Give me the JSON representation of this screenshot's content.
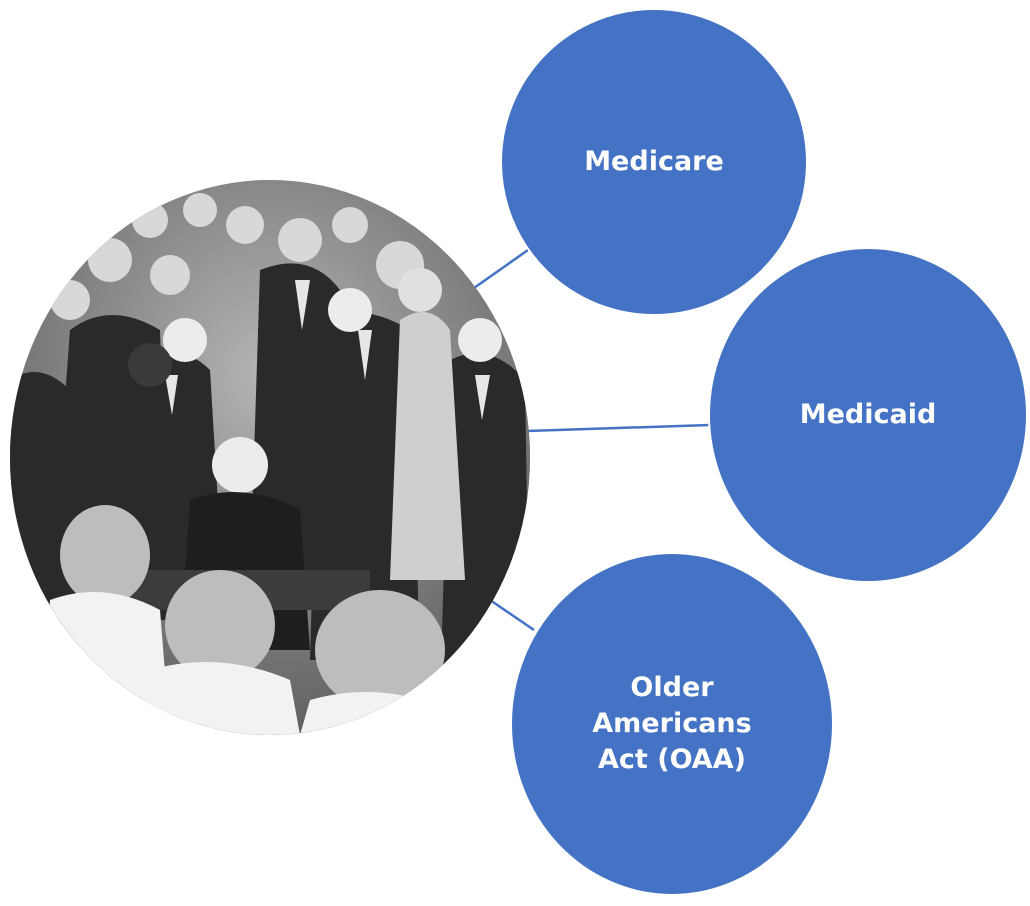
{
  "diagram": {
    "center_image": {
      "kind": "photo",
      "description_icon": "crowd-photo-icon"
    },
    "nodes": [
      {
        "label": "Medicare"
      },
      {
        "label": "Medicaid"
      },
      {
        "label": "Older Americans Act (OAA)"
      }
    ],
    "colors": {
      "node_fill": "#4472c4",
      "node_text": "#ffffff",
      "connector": "#4472c4"
    }
  }
}
